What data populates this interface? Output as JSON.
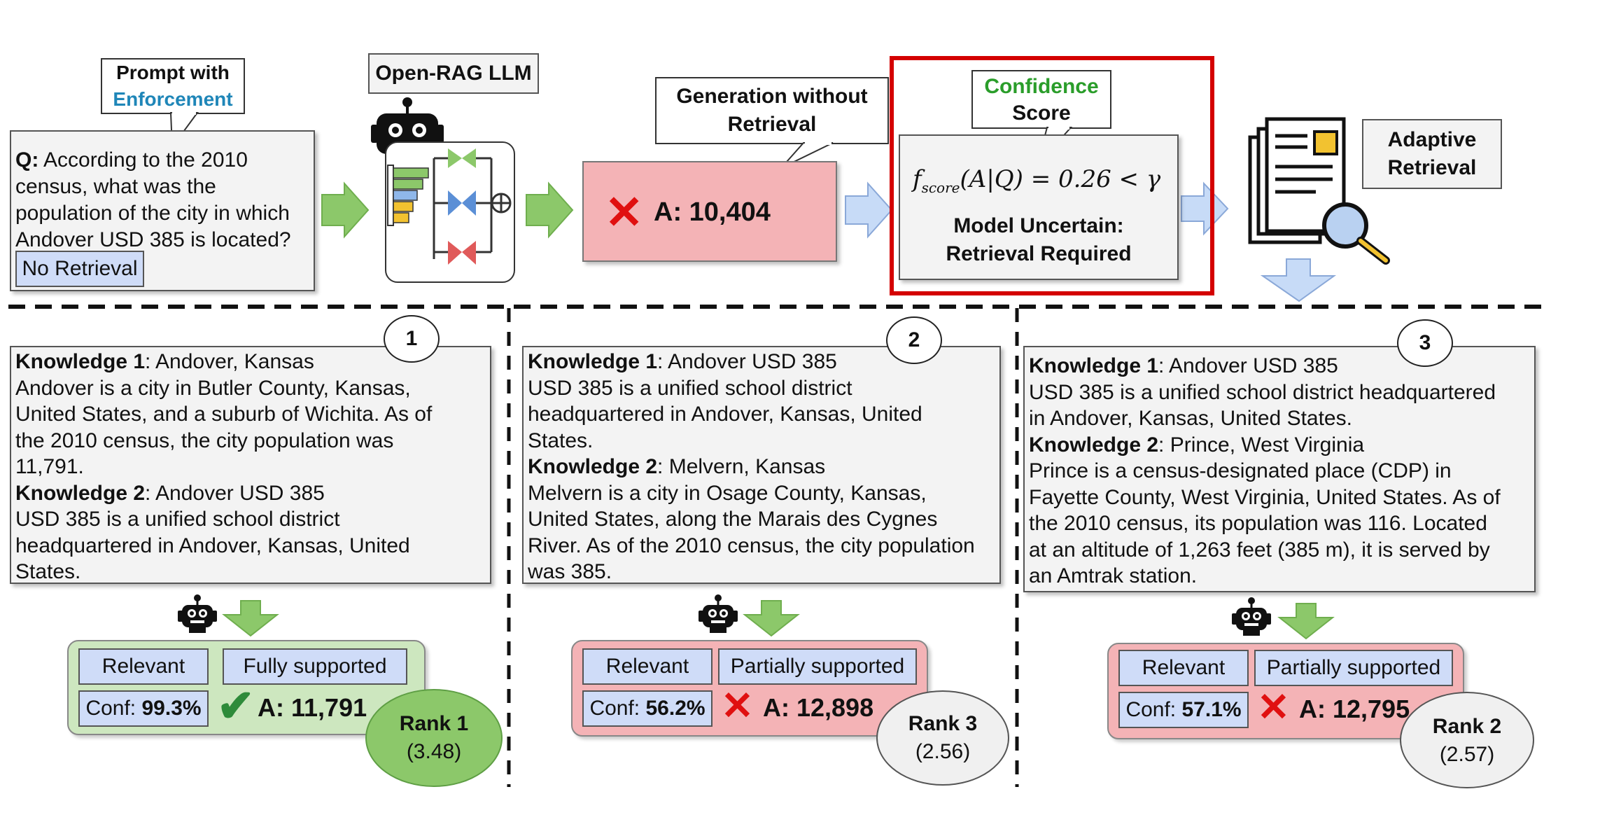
{
  "header": {
    "prompt_tag_line1": "Prompt with",
    "prompt_tag_line2": "Enforcement",
    "llm_tag": "Open-RAG LLM",
    "gen_tag_line1": "Generation without",
    "gen_tag_line2": "Retrieval",
    "conf_tag_line1": "Confidence",
    "conf_tag_line2": "Score",
    "adaptive_line1": "Adaptive",
    "adaptive_line2": "Retrieval"
  },
  "question": {
    "label": "Q:",
    "lines": [
      " According to the 2010",
      "census, what was the",
      "population of the city in which",
      "Andover USD 385 is located?"
    ],
    "no_retrieval": "No Retrieval"
  },
  "no_retrieval_answer": "A: 10,404",
  "confidence": {
    "formula": "f",
    "formula_sub": "score",
    "formula_rest": "(A|Q) = 0.26 < γ",
    "line1": "Model Uncertain:",
    "line2": "Retrieval Required"
  },
  "colors": {
    "green_arrow": "#8cc86a",
    "blue_arrow": "#c7dbf7",
    "red_box": "#f4b3b6",
    "green_box": "#cde7bf",
    "highlight": "#d40000",
    "enforcement": "#1f86b8",
    "confidence": "#2a9d2a"
  },
  "panels": [
    {
      "number": "1",
      "lines": [
        {
          "b": "Knowledge 1",
          "t": ": Andover, Kansas"
        },
        {
          "b": "",
          "t": "Andover is a city in Butler County, Kansas,"
        },
        {
          "b": "",
          "t": "United States, and a suburb of Wichita. As of"
        },
        {
          "b": "",
          "t": "the 2010 census, the city population was"
        },
        {
          "b": "",
          "t": "11,791."
        },
        {
          "b": "Knowledge 2",
          "t": ": Andover USD 385"
        },
        {
          "b": "",
          "t": "USD 385 is a unified school district"
        },
        {
          "b": "",
          "t": "headquartered in Andover, Kansas, United"
        },
        {
          "b": "",
          "t": "States."
        }
      ],
      "relevant": "Relevant",
      "support": "Fully supported",
      "conf_label": "Conf: ",
      "conf_value": "99.3%",
      "answer": "A: 11,791",
      "rank": "Rank 1",
      "rank_score": "(3.48)"
    },
    {
      "number": "2",
      "lines": [
        {
          "b": "Knowledge 1",
          "t": ": Andover USD 385"
        },
        {
          "b": "",
          "t": "USD 385 is a unified school district"
        },
        {
          "b": "",
          "t": "headquartered in Andover, Kansas, United"
        },
        {
          "b": "",
          "t": "States."
        },
        {
          "b": "Knowledge 2",
          "t": ": Melvern, Kansas"
        },
        {
          "b": "",
          "t": "Melvern is a city in Osage County, Kansas,"
        },
        {
          "b": "",
          "t": "United States, along the Marais des Cygnes"
        },
        {
          "b": "",
          "t": "River. As of the 2010 census, the city population"
        },
        {
          "b": "",
          "t": "was 385."
        }
      ],
      "relevant": "Relevant",
      "support": "Partially supported",
      "conf_label": "Conf: ",
      "conf_value": "56.2%",
      "answer": "A: 12,898",
      "rank": "Rank 3",
      "rank_score": "(2.56)"
    },
    {
      "number": "3",
      "lines": [
        {
          "b": "Knowledge 1",
          "t": ": Andover USD 385"
        },
        {
          "b": "",
          "t": "USD 385 is a unified school district headquartered"
        },
        {
          "b": "",
          "t": "in Andover, Kansas, United States."
        },
        {
          "b": "Knowledge 2",
          "t": ": Prince, West Virginia"
        },
        {
          "b": "",
          "t": "Prince is a census-designated place (CDP) in"
        },
        {
          "b": "",
          "t": "Fayette County, West Virginia, United States. As of"
        },
        {
          "b": "",
          "t": "the 2010 census, its population was 116. Located"
        },
        {
          "b": "",
          "t": "at an altitude of 1,263 feet (385 m), it is served by"
        },
        {
          "b": "",
          "t": "an Amtrak station."
        }
      ],
      "relevant": "Relevant",
      "support": "Partially supported",
      "conf_label": "Conf: ",
      "conf_value": "57.1%",
      "answer": "A: 12,795",
      "rank": "Rank 2",
      "rank_score": "(2.57)"
    }
  ]
}
